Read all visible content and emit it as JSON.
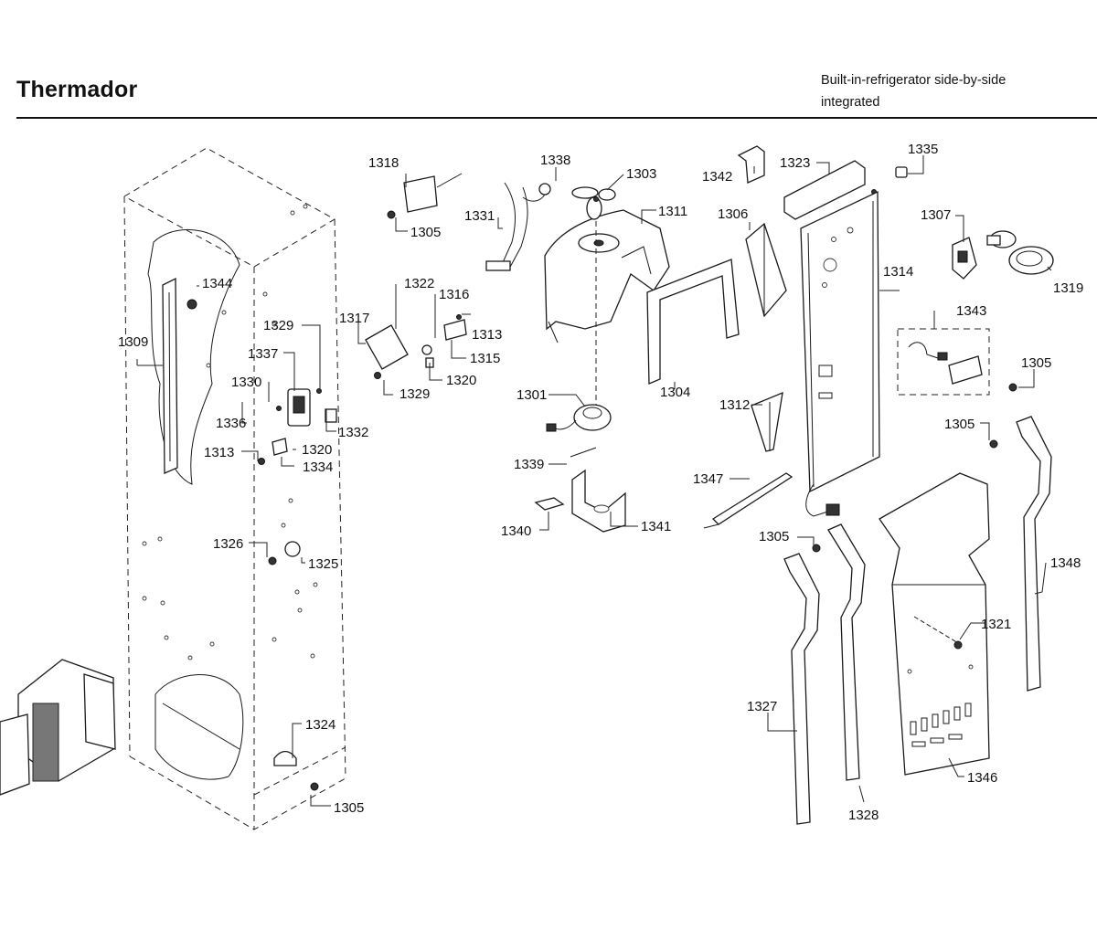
{
  "header": {
    "brand": "Thermador",
    "subtitle_line1": "Built-in-refrigerator side-by-side",
    "subtitle_line2": "integrated"
  },
  "labels": {
    "p1318": "1318",
    "p1338": "1338",
    "p1303": "1303",
    "p1342": "1342",
    "p1323": "1323",
    "p1335": "1335",
    "p1331": "1331",
    "p1311": "1311",
    "p1306": "1306",
    "p1307": "1307",
    "p1305a": "1305",
    "p1314": "1314",
    "p1319": "1319",
    "p1344": "1344",
    "p1322": "1322",
    "p1316": "1316",
    "p1343": "1343",
    "p1329a": "1329",
    "p1317": "1317",
    "p1313a": "1313",
    "p1309": "1309",
    "p1315": "1315",
    "p1337": "1337",
    "p1320a": "1320",
    "p1305b": "1305",
    "p1330": "1330",
    "p1329b": "1329",
    "p1304": "1304",
    "p1301": "1301",
    "p1336": "1336",
    "p1312": "1312",
    "p1305c": "1305",
    "p1332": "1332",
    "p1320b": "1320",
    "p1313b": "1313",
    "p1334": "1334",
    "p1339": "1339",
    "p1347": "1347",
    "p1340": "1340",
    "p1341": "1341",
    "p1305d": "1305",
    "p1326": "1326",
    "p1325": "1325",
    "p1348": "1348",
    "p1321": "1321",
    "p1327": "1327",
    "p1324": "1324",
    "p1346": "1346",
    "p1305e": "1305",
    "p1328": "1328"
  }
}
